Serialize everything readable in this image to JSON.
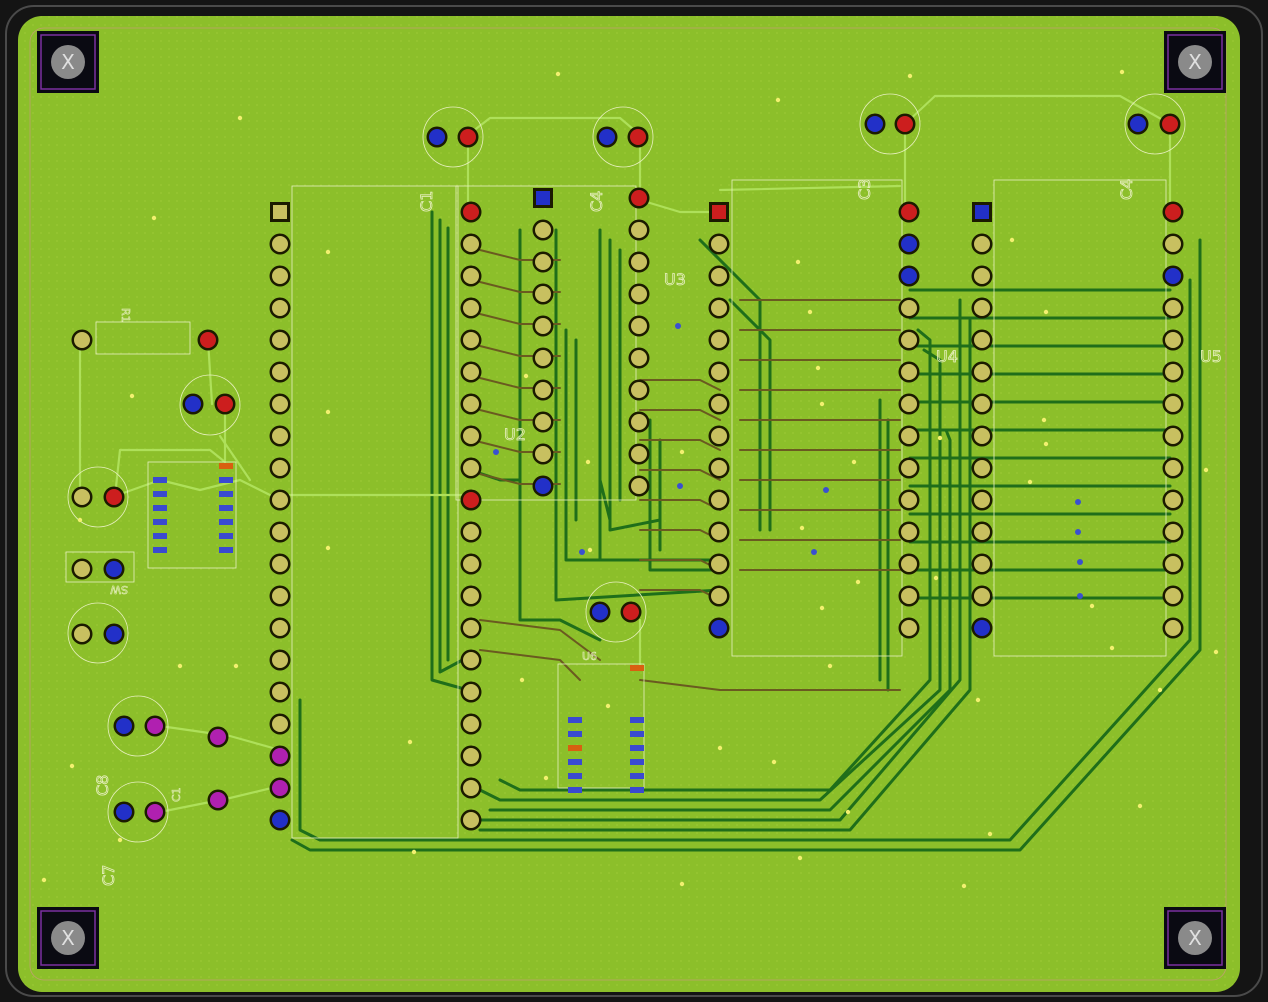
{
  "board": {
    "labels": {
      "c1": "C1",
      "c4a": "C4",
      "c3": "C3",
      "c4b": "C4",
      "r1": "R1",
      "u2": "U2",
      "u3": "U3",
      "u4": "U4",
      "u5": "U5",
      "u6": "U6",
      "sw": "SW",
      "c7": "C7",
      "c8": "C8",
      "c1b": "C1"
    },
    "mount_hole_glyph": "X"
  },
  "colors": {
    "board": "#8cbf2a",
    "board_edge": "#3a3a3a",
    "track_bottom": "#1f6e1a",
    "track_top": "#aee05a",
    "track_alt": "#6a5a20",
    "pad_ring": "#1b1b00",
    "pad_yellow": "#c8c060",
    "pad_red": "#cc1e1e",
    "pad_blue": "#2230c8",
    "pad_purple": "#b020b0",
    "pad_orange": "#d86010",
    "silk": "#e8f0c0",
    "via": "#f2f070",
    "mount": "#0a0a12"
  }
}
